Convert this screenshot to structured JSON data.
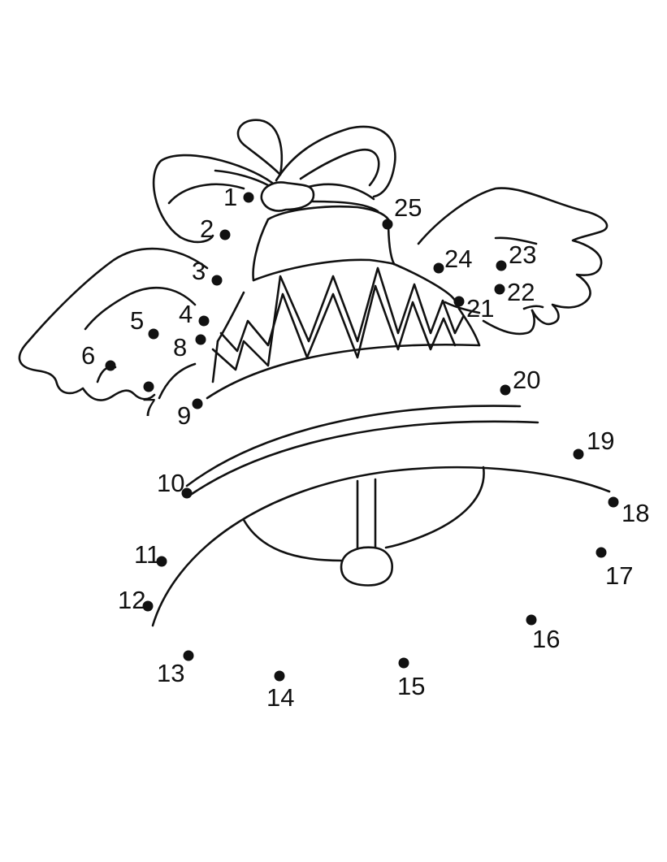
{
  "picture": {
    "name": "angel-bell-dot-to-dot",
    "ink_color": "#111111",
    "paper_color": "#ffffff"
  },
  "dots": [
    {
      "n": "1"
    },
    {
      "n": "2"
    },
    {
      "n": "3"
    },
    {
      "n": "4"
    },
    {
      "n": "5"
    },
    {
      "n": "6"
    },
    {
      "n": "7"
    },
    {
      "n": "8"
    },
    {
      "n": "9"
    },
    {
      "n": "10"
    },
    {
      "n": "11"
    },
    {
      "n": "12"
    },
    {
      "n": "13"
    },
    {
      "n": "14"
    },
    {
      "n": "15"
    },
    {
      "n": "16"
    },
    {
      "n": "17"
    },
    {
      "n": "18"
    },
    {
      "n": "19"
    },
    {
      "n": "20"
    },
    {
      "n": "21"
    },
    {
      "n": "22"
    },
    {
      "n": "23"
    },
    {
      "n": "24"
    },
    {
      "n": "25"
    }
  ]
}
